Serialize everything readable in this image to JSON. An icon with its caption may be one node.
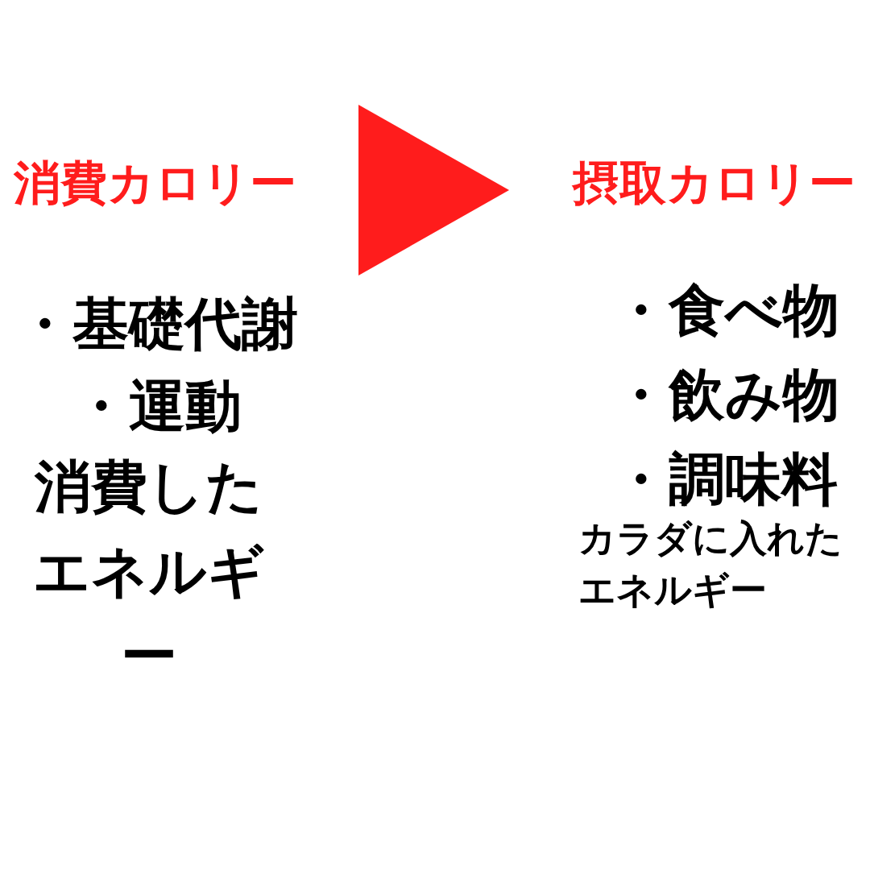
{
  "diagram": {
    "nodes": [
      {
        "text": [
          "消費カロリー"
        ]
      },
      {
        "text": [
          "摂取カロリー"
        ]
      }
    ],
    "edges": [
      {
        "from": 0,
        "to": 1,
        "arrow": "to",
        "color": "#ff1c1c"
      }
    ],
    "labels": [
      "・基礎代謝",
      "・運動",
      "消費したエネルギー",
      "・食べ物",
      "・飲み物",
      "・調味料",
      "カラダに入れたエネルギー"
    ]
  }
}
